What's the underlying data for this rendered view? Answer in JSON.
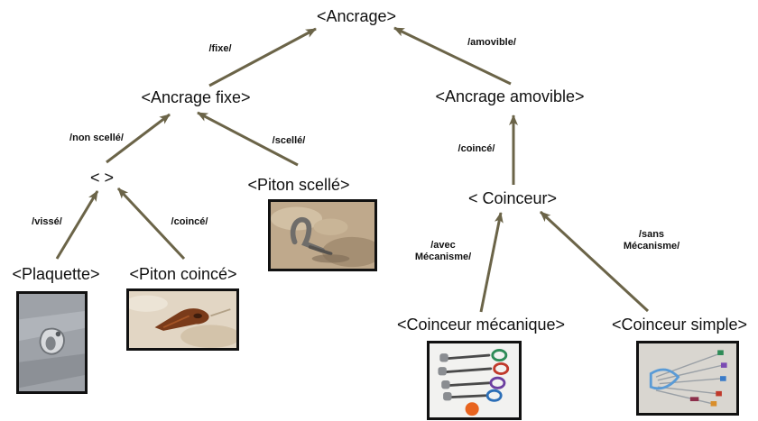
{
  "colors": {
    "arrow": "#6b6448",
    "text": "#111111",
    "background": "#ffffff"
  },
  "nodes": {
    "ancrage": "<Ancrage>",
    "ancrage_fixe": "<Ancrage fixe>",
    "ancrage_amovible": "<Ancrage amovible>",
    "intermediaire": "< >",
    "piton_scelle": "<Piton scellé>",
    "coinceur": "< Coinceur>",
    "plaquette": "<Plaquette>",
    "piton_coince": "<Piton coincé>",
    "coinceur_mecanique": "<Coinceur mécanique>",
    "coinceur_simple": "<Coinceur simple>"
  },
  "edge_labels": {
    "fixe": "/fixe/",
    "amovible": "/amovible/",
    "non_scelle": "/non scellé/",
    "scelle": "/scellé/",
    "coince_amovible": "/coincé/",
    "visse": "/vissé/",
    "coince_piton": "/coincé/",
    "avec_mecanisme_1": "/avec",
    "avec_mecanisme_2": "Mécanisme/",
    "sans_mecanisme_1": "/sans",
    "sans_mecanisme_2": "Mécanisme/"
  },
  "photos": [
    "plaquette-photo",
    "piton-coince-photo",
    "piton-scelle-photo",
    "coinceur-mecanique-photo",
    "coinceur-simple-photo"
  ]
}
